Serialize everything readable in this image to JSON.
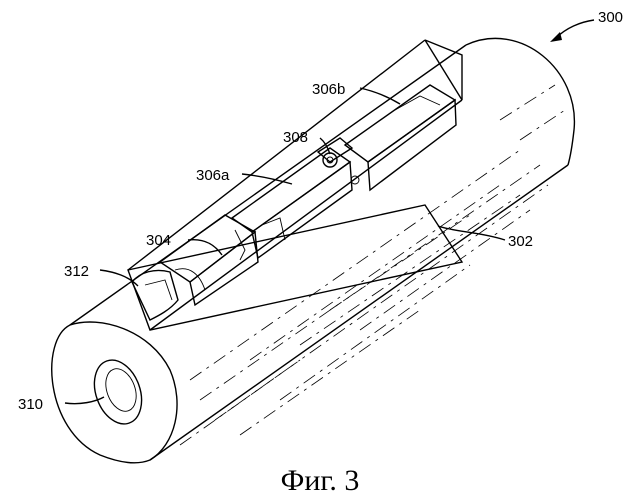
{
  "labels": {
    "assembly": "300",
    "tube": "302",
    "component": "304",
    "part_a": "306a",
    "part_b": "306b",
    "pin": "308",
    "bore": "310",
    "end_part": "312"
  },
  "caption": "Фиг. 3"
}
